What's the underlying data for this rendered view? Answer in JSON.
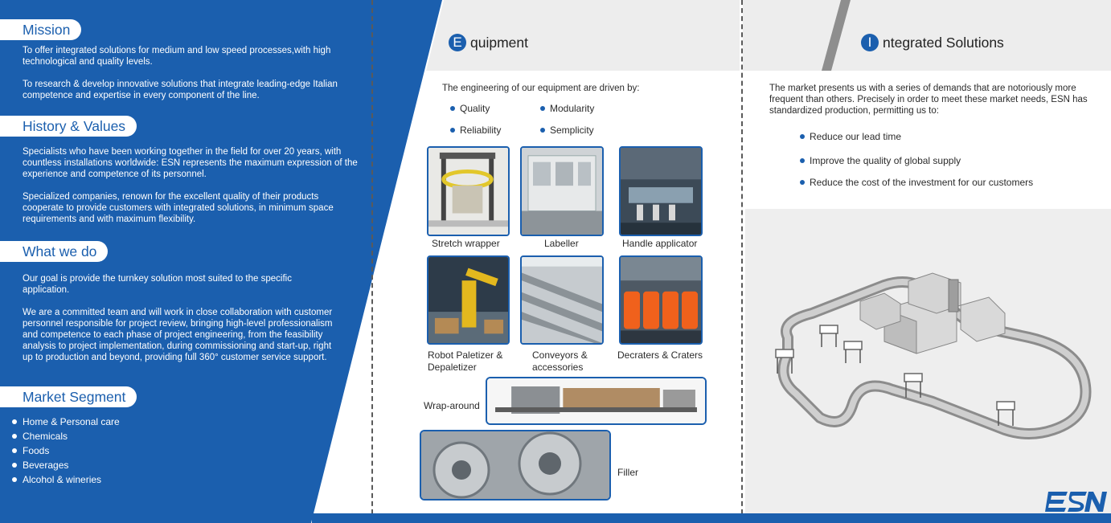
{
  "left": {
    "mission": {
      "title": "Mission",
      "p1": "To offer integrated solutions for medium and low speed processes,with high technological and quality levels.",
      "p2": "To research & develop innovative solutions that integrate leading-edge Italian competence and expertise in every component of the line."
    },
    "history": {
      "title": "History & Values",
      "p1": "Specialists who have been working together in the field for over 20 years, with countless installations worldwide: ESN represents the maximum expression of the experience and competence of its personnel.",
      "p2": "Specialized companies, renown for the excellent quality of their products cooperate to provide customers with integrated solutions, in minimum space requirements and with maximum flexibility."
    },
    "whatwedo": {
      "title": "What we do",
      "p1": "Our goal is provide the turnkey solution most suited to the specific application.",
      "p2": "We are a committed team and will work in close collaboration with customer personnel responsible for project review, bringing high-level professionalism and competence to each phase of project engineering, from the feasibility analysis to project implementation, during commissioning and start-up, right up to production and beyond, providing full 360° customer service support."
    },
    "market": {
      "title": "Market Segment",
      "items": [
        "Home & Personal care",
        "Chemicals",
        "Foods",
        "Beverages",
        "Alcohol & wineries"
      ]
    }
  },
  "equipment": {
    "initial": "E",
    "heading_rest": "quipment",
    "intro": "The engineering of our equipment are driven by:",
    "qualities": [
      "Quality",
      "Modularity",
      "Reliability",
      "Semplicity"
    ],
    "tiles": [
      {
        "caption": "Stretch wrapper",
        "icon": "stretch-wrapper-photo"
      },
      {
        "caption": "Labeller",
        "icon": "labeller-photo"
      },
      {
        "caption": "Handle applicator",
        "icon": "handle-applicator-photo"
      },
      {
        "caption": "Robot Paletizer & Depaletizer",
        "icon": "robot-palletizer-photo"
      },
      {
        "caption": "Conveyors & accessories",
        "icon": "conveyors-photo"
      },
      {
        "caption": "Decraters & Craters",
        "icon": "decraters-photo"
      }
    ],
    "wraparound_label": "Wrap-around",
    "filler_label": "Filler"
  },
  "integrated": {
    "initial": "I",
    "heading_rest": "ntegrated Solutions",
    "intro": "The market presents us with a series of demands that are notoriously more frequent than others. Precisely in order to meet these market needs, ESN has standardized production, permitting us to:",
    "bullets": [
      "Reduce our lead time",
      "Improve the quality of global supply",
      "Reduce the cost of the investment for our customers"
    ],
    "logo_text": "ESN"
  },
  "colors": {
    "brand_blue": "#1b5fae",
    "light_grey": "#ededed"
  }
}
